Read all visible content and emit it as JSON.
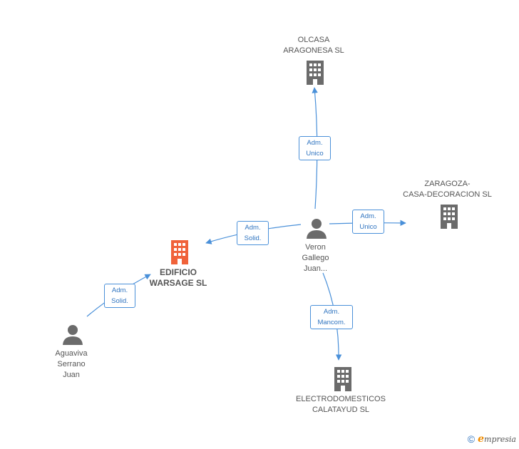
{
  "nodes": {
    "olcasa": {
      "label": "OLCASA\nARAGONESA SL",
      "type": "company"
    },
    "zaragoza": {
      "label": "ZARAGOZA-\nCASA-DECORACION SL",
      "type": "company"
    },
    "edificio": {
      "label": "EDIFICIO\nWARSAGE SL",
      "type": "company-highlight"
    },
    "veron": {
      "label": "Veron\nGallego\nJuan...",
      "type": "person"
    },
    "aguaviva": {
      "label": "Aguaviva\nSerrano\nJuan",
      "type": "person"
    },
    "electro": {
      "label": "ELECTRODOMESTICOS\nCALATAYUD SL",
      "type": "company"
    }
  },
  "edges": {
    "veron_olcasa": "Adm.\nUnico",
    "veron_zaragoza": "Adm.\nUnico",
    "veron_edificio": "Adm.\nSolid.",
    "aguaviva_edificio": "Adm.\nSolid.",
    "veron_electro": "Adm.\nMancom."
  },
  "colors": {
    "company": "#6b6b6b",
    "highlight": "#f0623a",
    "person": "#6b6b6b",
    "edge": "#4a90d9"
  },
  "footer": {
    "copyright_symbol": "©",
    "brand_initial": "e",
    "brand_rest": "mpresia"
  }
}
